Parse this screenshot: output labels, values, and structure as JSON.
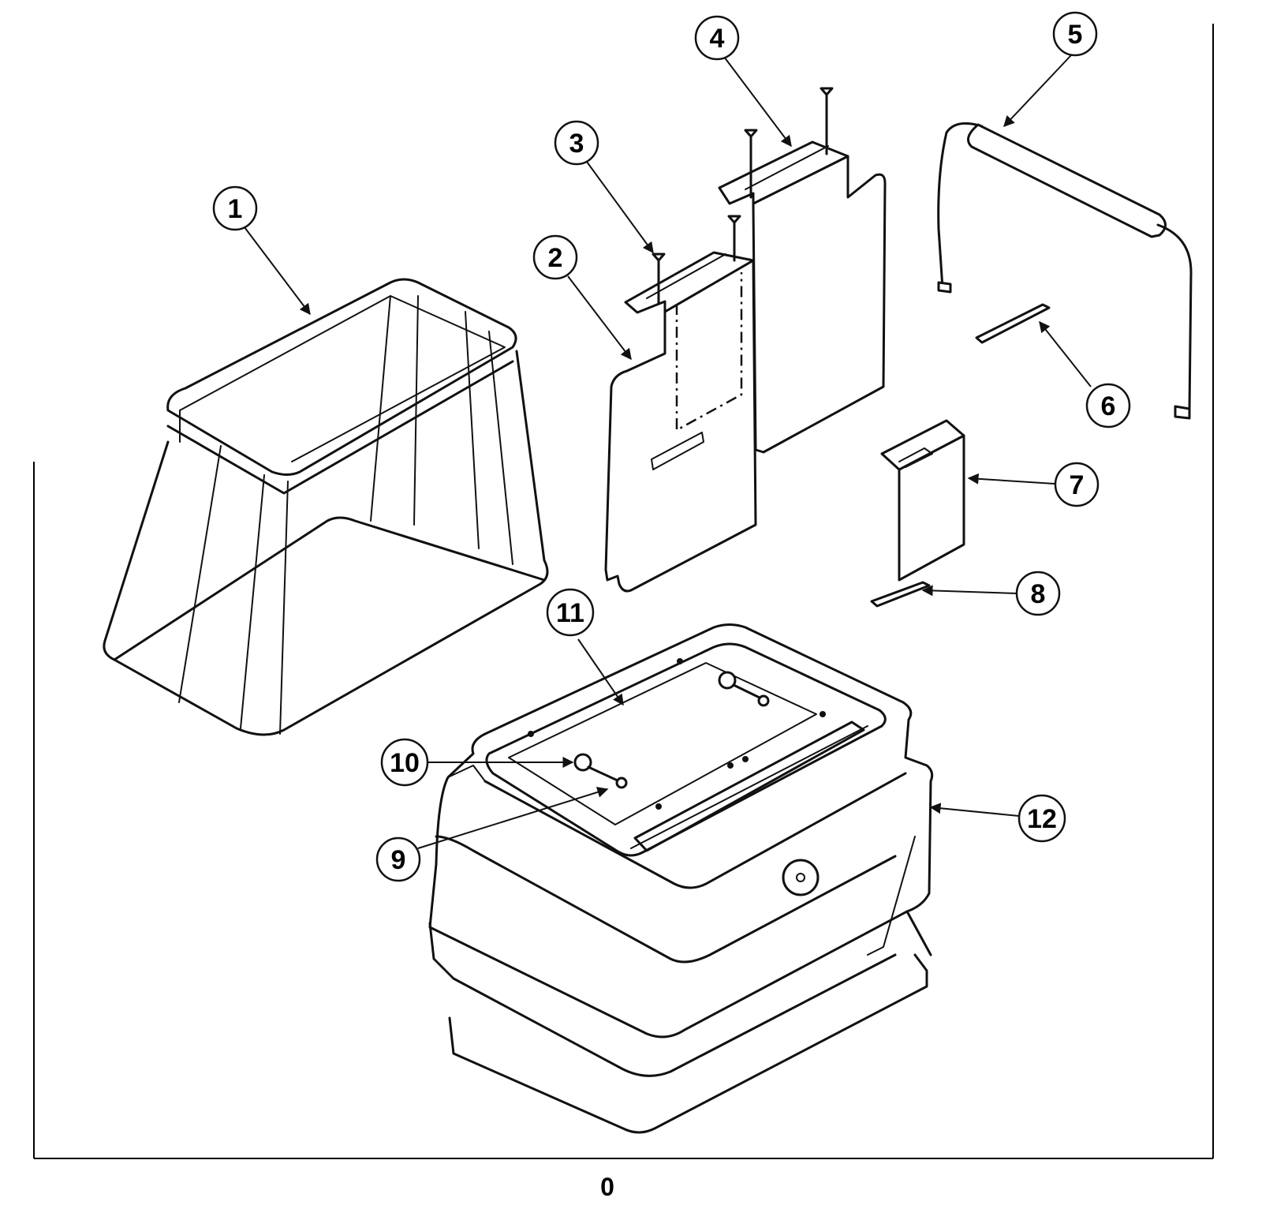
{
  "callouts": [
    "1",
    "2",
    "3",
    "4",
    "5",
    "6",
    "7",
    "8",
    "9",
    "10",
    "11",
    "12"
  ],
  "page_number": "0"
}
